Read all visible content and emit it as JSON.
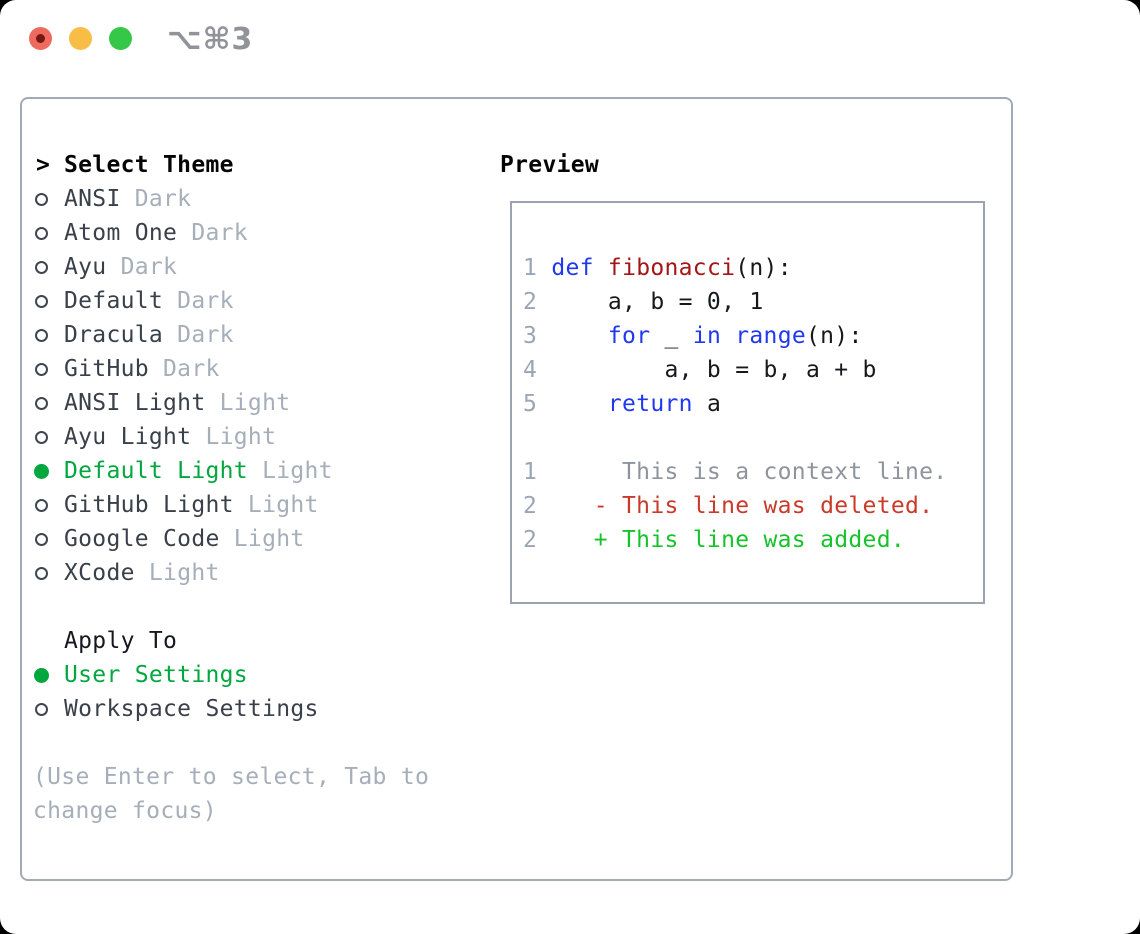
{
  "titlebar": {
    "shortcut": "⌥⌘3",
    "traffic_lights": [
      "close",
      "minimize",
      "zoom"
    ]
  },
  "colors": {
    "selected_green": "#00a73e",
    "added_green": "#16c32b",
    "deleted_red": "#c93a2a",
    "keyword_blue": "#2038ef",
    "function_red": "#a41515",
    "plain_text": "#16181d",
    "context_gray": "#8e949c",
    "line_number_gray": "#9aa6b6",
    "muted_gray": "#a6aeba"
  },
  "theme_menu": {
    "header_prefix": ">",
    "header": "Select Theme",
    "items": [
      {
        "name": "ANSI",
        "variant": "Dark",
        "selected": false
      },
      {
        "name": "Atom One",
        "variant": "Dark",
        "selected": false
      },
      {
        "name": "Ayu",
        "variant": "Dark",
        "selected": false
      },
      {
        "name": "Default",
        "variant": "Dark",
        "selected": false
      },
      {
        "name": "Dracula",
        "variant": "Dark",
        "selected": false
      },
      {
        "name": "GitHub",
        "variant": "Dark",
        "selected": false
      },
      {
        "name": "ANSI Light",
        "variant": "Light",
        "selected": false
      },
      {
        "name": "Ayu Light",
        "variant": "Light",
        "selected": false
      },
      {
        "name": "Default Light",
        "variant": "Light",
        "selected": true
      },
      {
        "name": "GitHub Light",
        "variant": "Light",
        "selected": false
      },
      {
        "name": "Google Code",
        "variant": "Light",
        "selected": false
      },
      {
        "name": "XCode",
        "variant": "Light",
        "selected": false
      }
    ]
  },
  "apply_to": {
    "header": "Apply To",
    "options": [
      {
        "label": "User Settings",
        "selected": true
      },
      {
        "label": "Workspace Settings",
        "selected": false
      }
    ]
  },
  "hint_lines": [
    "(Use Enter to select, Tab to",
    "change focus)"
  ],
  "preview": {
    "title": "Preview",
    "lines": [
      {
        "n": "1",
        "seg": [
          [
            "pl",
            " "
          ],
          [
            "kw",
            "def"
          ],
          [
            "pl",
            " "
          ],
          [
            "fn",
            "fibonacci"
          ],
          [
            "pl",
            "(n):"
          ]
        ]
      },
      {
        "n": "2",
        "seg": [
          [
            "pl",
            "     a, b = 0, 1"
          ]
        ]
      },
      {
        "n": "3",
        "seg": [
          [
            "pl",
            "     "
          ],
          [
            "kw",
            "for"
          ],
          [
            "pl",
            " _ "
          ],
          [
            "kw",
            "in"
          ],
          [
            "pl",
            " "
          ],
          [
            "kw",
            "range"
          ],
          [
            "pl",
            "(n):"
          ]
        ]
      },
      {
        "n": "4",
        "seg": [
          [
            "pl",
            "         a, b = b, a + b"
          ]
        ]
      },
      {
        "n": "5",
        "seg": [
          [
            "pl",
            "     "
          ],
          [
            "kw",
            "return"
          ],
          [
            "pl",
            " a"
          ]
        ]
      },
      {
        "n": "",
        "seg": []
      },
      {
        "n": "1",
        "seg": [
          [
            "ctx",
            "      This is a context line."
          ]
        ]
      },
      {
        "n": "2",
        "seg": [
          [
            "del",
            "    - This line was deleted."
          ]
        ]
      },
      {
        "n": "2",
        "seg": [
          [
            "add",
            "    + This line was added."
          ]
        ]
      }
    ]
  }
}
